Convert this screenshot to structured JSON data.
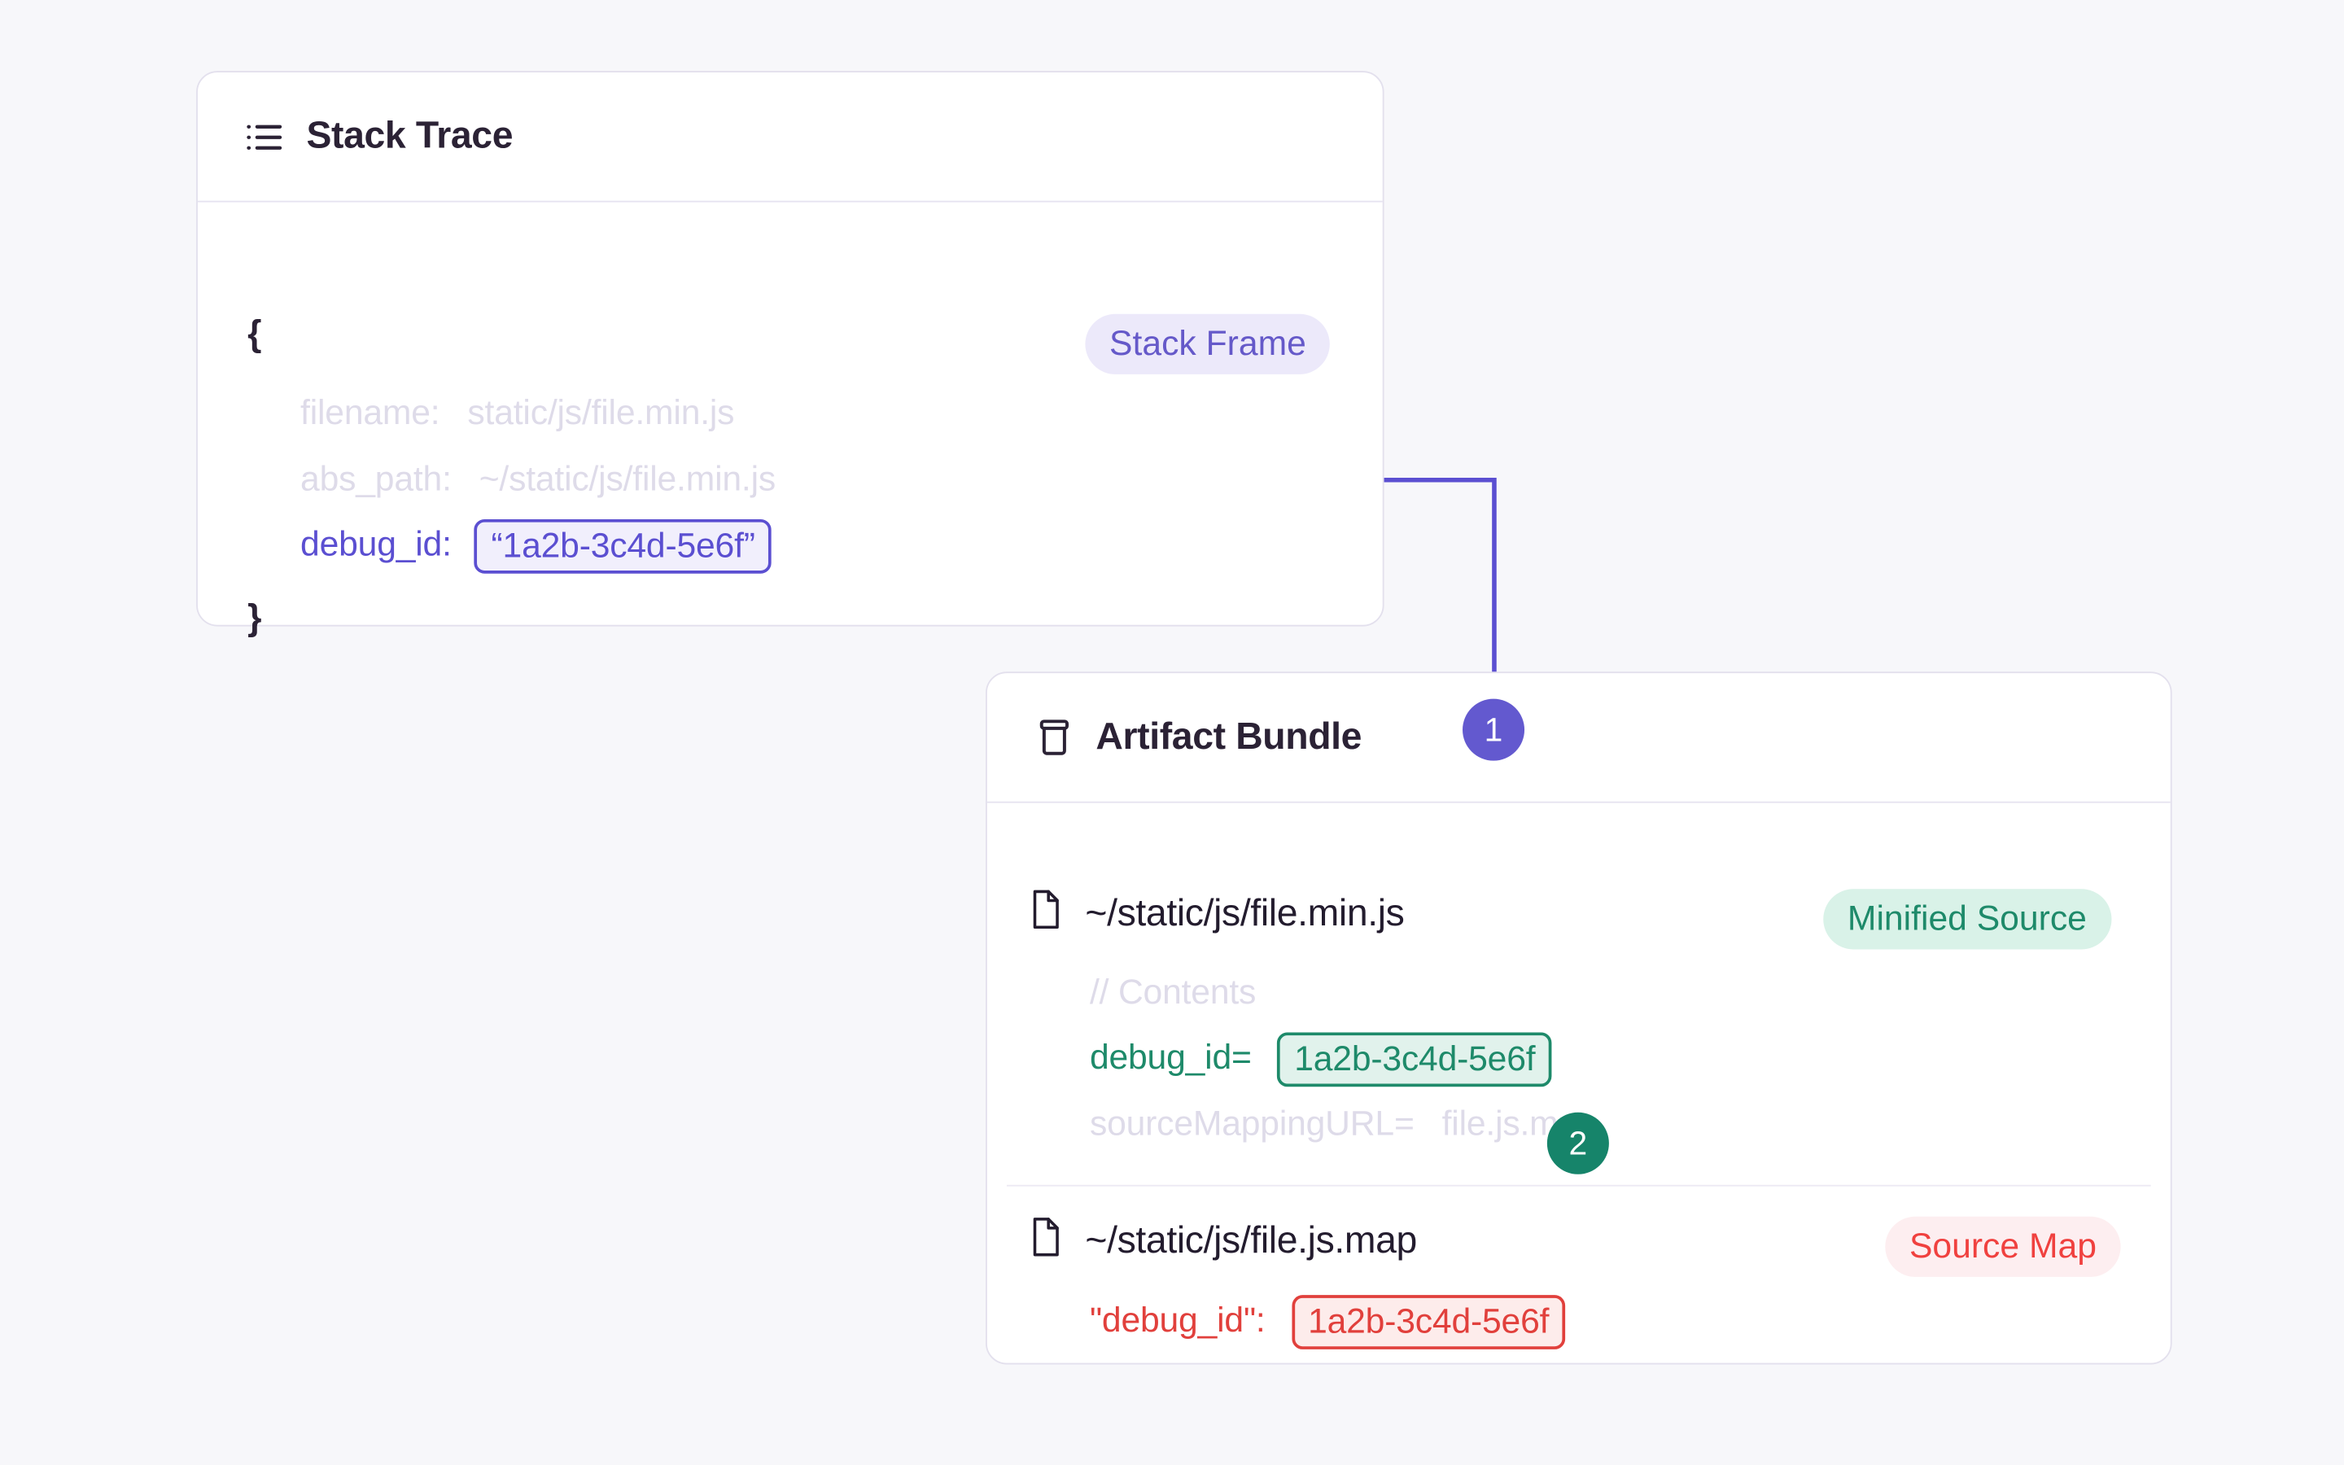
{
  "background_color": "#f7f7fa",
  "colors": {
    "purple": "#5b4fd1",
    "purple_badge": "#6359cf",
    "purple_pill_bg": "#ece9fa",
    "purple_pill_text": "#6559c9",
    "teal": "#1e8a6a",
    "teal_badge": "#16846a",
    "teal_pill_bg": "#d9f2e8",
    "red": "#e1403c",
    "red_pill_bg": "#fdeef0",
    "red_pill_text": "#f0413f",
    "card_border": "#e3e0ed",
    "muted_text": "#dedbe9",
    "title_text": "#2b2235"
  },
  "stack_trace_card": {
    "title": "Stack Trace",
    "icon": "list-icon",
    "badge": {
      "label": "Stack Frame",
      "style": "purple"
    },
    "code": {
      "open_brace": "{",
      "close_brace": "}",
      "rows": [
        {
          "key": "filename:",
          "value": "static/js/file.min.js",
          "style": "muted"
        },
        {
          "key": "abs_path:",
          "value": "~/static/js/file.min.js",
          "style": "muted"
        },
        {
          "key": "debug_id:",
          "value": "“1a2b-3c4d-5e6f”",
          "style": "purple-boxed"
        }
      ]
    }
  },
  "artifact_bundle_card": {
    "title": "Artifact Bundle",
    "icon": "archive-icon",
    "files": [
      {
        "icon": "file-icon",
        "name": "~/static/js/file.min.js",
        "badge": {
          "label": "Minified Source",
          "style": "teal"
        },
        "lines": [
          {
            "text": "// Contents",
            "style": "muted"
          },
          {
            "key": "debug_id=",
            "value": "1a2b-3c4d-5e6f",
            "style": "teal-boxed"
          },
          {
            "key": "sourceMappingURL=",
            "value": "file.js.map",
            "style": "muted"
          }
        ]
      },
      {
        "icon": "file-icon",
        "name": "~/static/js/file.js.map",
        "badge": {
          "label": "Source Map",
          "style": "red"
        },
        "lines": [
          {
            "key": "\"debug_id\":",
            "value": "1a2b-3c4d-5e6f",
            "style": "red-boxed"
          }
        ]
      }
    ]
  },
  "connectors": {
    "steps": [
      {
        "number": "1",
        "style": "purple",
        "from": "stack-trace-debug-id",
        "to": "minified-source-debug-id"
      },
      {
        "number": "2",
        "style": "teal",
        "from": "minified-source-debug-id",
        "to": "source-map-debug-id"
      }
    ]
  }
}
